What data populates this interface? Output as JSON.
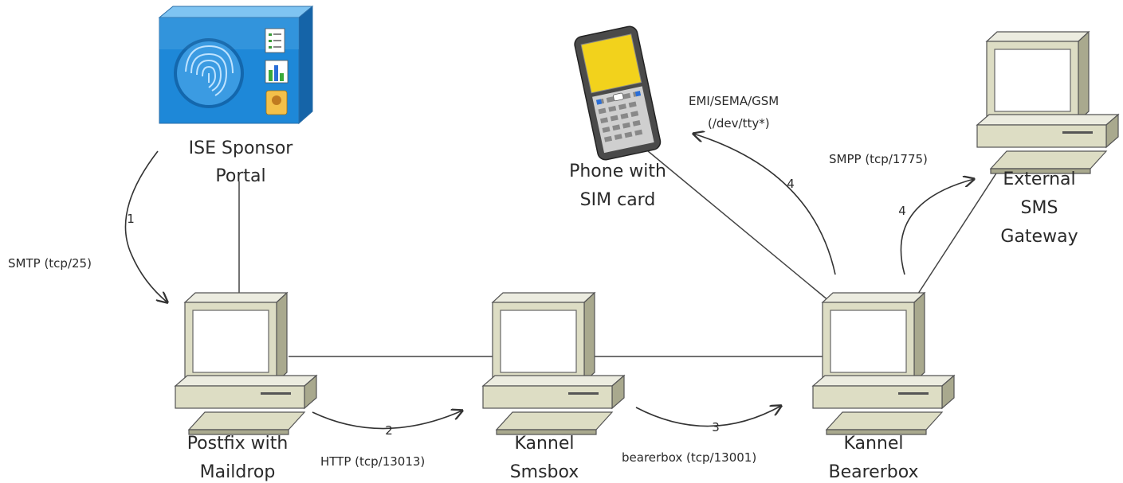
{
  "nodes": {
    "ise": {
      "line1": "ISE Sponsor",
      "line2": "Portal"
    },
    "postfix": {
      "line1": "Postfix with",
      "line2": "Maildrop"
    },
    "smsbox": {
      "line1": "Kannel",
      "line2": "Smsbox"
    },
    "bearerbox": {
      "line1": "Kannel",
      "line2": "Bearerbox"
    },
    "phone": {
      "line1": "Phone with",
      "line2": "SIM card"
    },
    "gateway": {
      "line1": "External",
      "line2": "SMS",
      "line3": "Gateway"
    }
  },
  "links": {
    "smtp": {
      "label": "SMTP (tcp/25)",
      "step": "1"
    },
    "http": {
      "label": "HTTP (tcp/13013)",
      "step": "2"
    },
    "bearer": {
      "label": "bearerbox (tcp/13001)",
      "step": "3"
    },
    "emi": {
      "line1": "EMI/SEMA/GSM",
      "line2": "(/dev/tty*)",
      "step": "4"
    },
    "smpp": {
      "label": "SMPP (tcp/1775)",
      "step": "4"
    }
  },
  "colors": {
    "computer_body": "#ddddc4",
    "computer_shadow": "#a9a98e",
    "screen": "#ffffff",
    "ise_blue": "#1e88d8",
    "phone_body": "#555555",
    "phone_screen": "#f2d21c"
  }
}
